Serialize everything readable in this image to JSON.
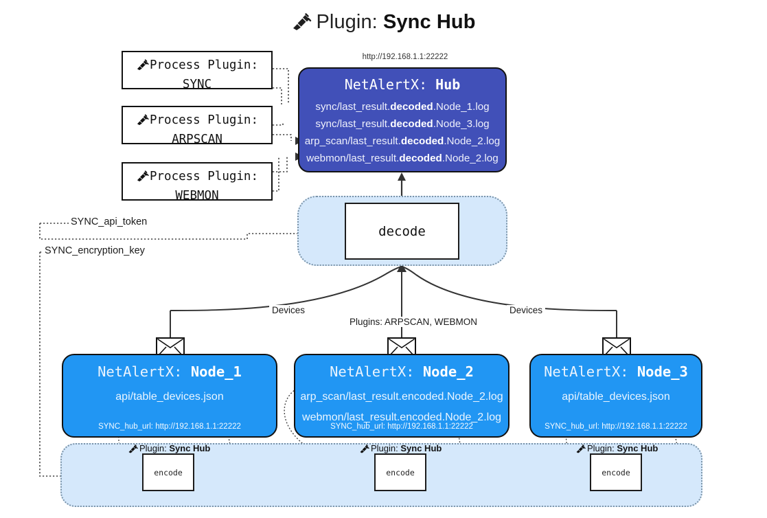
{
  "title": {
    "icon": "plug-icon",
    "label": "Plugin:",
    "value": "Sync Hub"
  },
  "hub": {
    "url": "http://192.168.1.1:22222",
    "name_prefix": "NetAlertX:",
    "name": "Hub",
    "outputs": [
      {
        "pre": "sync/last_result.",
        "mid": "decoded",
        "post": ".Node_1.log"
      },
      {
        "pre": "sync/last_result.",
        "mid": "decoded",
        "post": ".Node_3.log"
      },
      {
        "pre": "arp_scan/last_result.",
        "mid": "decoded",
        "post": ".Node_2.log"
      },
      {
        "pre": "webmon/last_result.",
        "mid": "decoded",
        "post": ".Node_2.log"
      }
    ]
  },
  "process_plugins": [
    {
      "icon": "plug-icon",
      "line1": "Process Plugin:",
      "line2": "SYNC"
    },
    {
      "icon": "plug-icon",
      "line1": "Process Plugin:",
      "line2": "ARPSCAN"
    },
    {
      "icon": "plug-icon",
      "line1": "Process Plugin:",
      "line2": "WEBMON"
    }
  ],
  "decode": {
    "label": "decode"
  },
  "settings_edges": [
    {
      "label": "SYNC_api_token"
    },
    {
      "label": "SYNC_encryption_key"
    }
  ],
  "flow_labels": {
    "left_devices": "Devices",
    "center_plugins": "Plugins: ARPSCAN, WEBMON",
    "right_devices": "Devices"
  },
  "nodes": [
    {
      "icon": "envelope-icon",
      "name_prefix": "NetAlertX:",
      "name": "Node_1",
      "artifacts": [
        "api/table_devices.json"
      ],
      "hub_url_label": "SYNC_hub_url: http://192.168.1.1:22222"
    },
    {
      "icon": "envelope-icon",
      "name_prefix": "NetAlertX:",
      "name": "Node_2",
      "artifacts": [
        "arp_scan/last_result.encoded.Node_2.log",
        "webmon/last_result.encoded.Node_2.log"
      ],
      "hub_url_label": "SYNC_hub_url: http://192.168.1.1:22222"
    },
    {
      "icon": "envelope-icon",
      "name_prefix": "NetAlertX:",
      "name": "Node_3",
      "artifacts": [
        "api/table_devices.json"
      ],
      "hub_url_label": "SYNC_hub_url: http://192.168.1.1:22222"
    }
  ],
  "encoders": [
    {
      "caption_label": "Plugin:",
      "caption_value": "Sync Hub",
      "box_label": "encode"
    },
    {
      "caption_label": "Plugin:",
      "caption_value": "Sync Hub",
      "box_label": "encode"
    },
    {
      "caption_label": "Plugin:",
      "caption_value": "Sync Hub",
      "box_label": "encode"
    }
  ],
  "colors": {
    "hub_fill": "#4150b8",
    "node_fill": "#2196f3",
    "region_fill": "#d5e8fb",
    "region_border": "#7a93a8",
    "stroke": "#333333"
  }
}
